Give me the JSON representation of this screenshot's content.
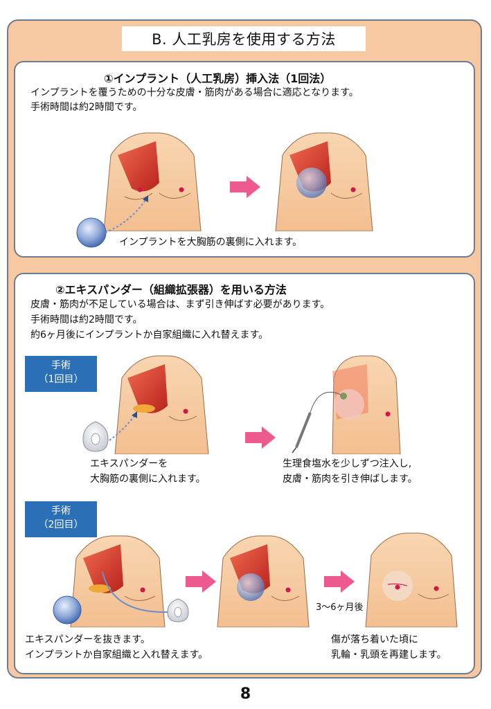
{
  "title": "B. 人工乳房を使用する方法",
  "section1": {
    "heading": "①インプラント（人工乳房）挿入法（1回法）",
    "desc_line1": "インプラントを覆うための十分な皮膚・筋肉がある場合に適応となります。",
    "desc_line2": "手術時間は約2時間です。",
    "caption": "インプラントを大胸筋の裏側に入れます。"
  },
  "section2": {
    "heading": "②エキスパンダー（組織拡張器）を用いる方法",
    "desc_line1": "皮膚・筋肉が不足している場合は、まず引き伸ばす必要があります。",
    "desc_line2": "手術時間は約2時間です。",
    "desc_line3": "約6ヶ月後にインプラントか自家組織に入れ替えます。",
    "surgery1": {
      "tag_line1": "手術",
      "tag_line2": "（1回目）",
      "caption_left_1": "エキスパンダーを",
      "caption_left_2": "大胸筋の裏側に入れます。",
      "caption_right_1": "生理食塩水を少しずつ注入し,",
      "caption_right_2": "皮膚・筋肉を引き伸ばします。"
    },
    "surgery2": {
      "tag_line1": "手術",
      "tag_line2": "（2回目）",
      "interval": "3～6ヶ月後",
      "caption_left_1": "エキスパンダーを抜きます。",
      "caption_left_2": "インプラントか自家組織と入れ替えます。",
      "caption_right_1": "傷が落ち着いた頃に",
      "caption_right_2": "乳輪・乳頭を再建します。"
    }
  },
  "page_number": "8",
  "colors": {
    "background": "#f7c9a3",
    "border": "#6e7b8f",
    "tag": "#2b70b6",
    "skin": "#f8cfa6",
    "muscle": "#d9382c",
    "arrow": "#ec5a8f"
  }
}
